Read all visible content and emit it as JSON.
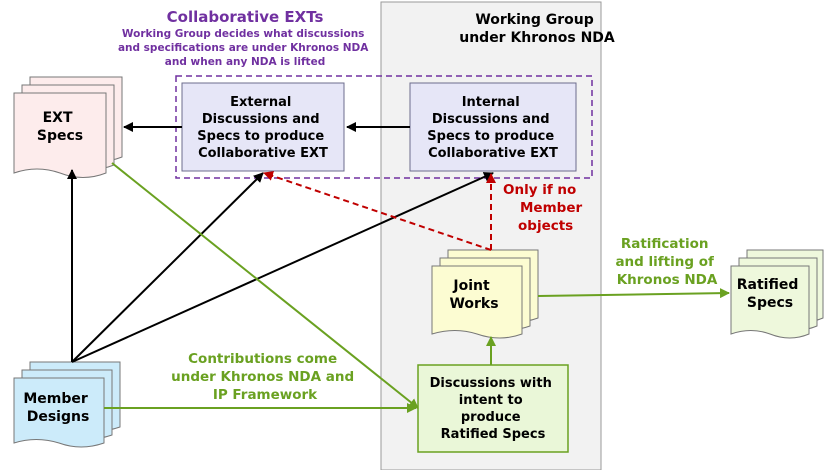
{
  "colors": {
    "purple": "#7030A0",
    "green": "#6AA121",
    "red": "#C00000",
    "black": "#000000",
    "working_group_fill": "#F2F2F2",
    "collab_box_fill": "#E6E6F7",
    "ext_doc_fill": "#FDECEC",
    "joint_doc_fill": "#FCFCD2",
    "member_doc_fill": "#CCEBFA",
    "ratified_doc_fill": "#EEF8DC",
    "discussion_box_fill": "#EAF7D8"
  },
  "collab": {
    "title": "Collaborative EXTs",
    "desc_lines": [
      "Working Group decides what discussions",
      "and specifications are under Khronos NDA",
      "and when any NDA is lifted"
    ]
  },
  "working_group": {
    "title_lines": [
      "Working Group",
      "under Khronos NDA"
    ]
  },
  "external_box": {
    "lines": [
      "External",
      "Discussions and",
      "Specs to produce",
      "Collaborative EXT"
    ]
  },
  "internal_box": {
    "lines": [
      "Internal",
      "Discussions and",
      "Specs to produce",
      "Collaborative EXT"
    ]
  },
  "ext_specs": {
    "lines": [
      "EXT",
      "Specs"
    ]
  },
  "joint_works": {
    "lines": [
      "Joint",
      "Works"
    ]
  },
  "ratified_specs": {
    "lines": [
      "Ratified",
      "Specs"
    ]
  },
  "member_designs": {
    "lines": [
      "Member",
      "Designs"
    ]
  },
  "discussions_box": {
    "lines": [
      "Discussions with",
      "intent to",
      "produce",
      "Ratified Specs"
    ]
  },
  "only_if_label": {
    "lines": [
      "Only if no",
      "Member",
      "objects"
    ]
  },
  "ratification_label": {
    "lines": [
      "Ratification",
      "and lifting of",
      "Khronos NDA"
    ]
  },
  "contributions_label": {
    "lines": [
      "Contributions come",
      "under Khronos NDA and",
      "IP Framework"
    ]
  }
}
